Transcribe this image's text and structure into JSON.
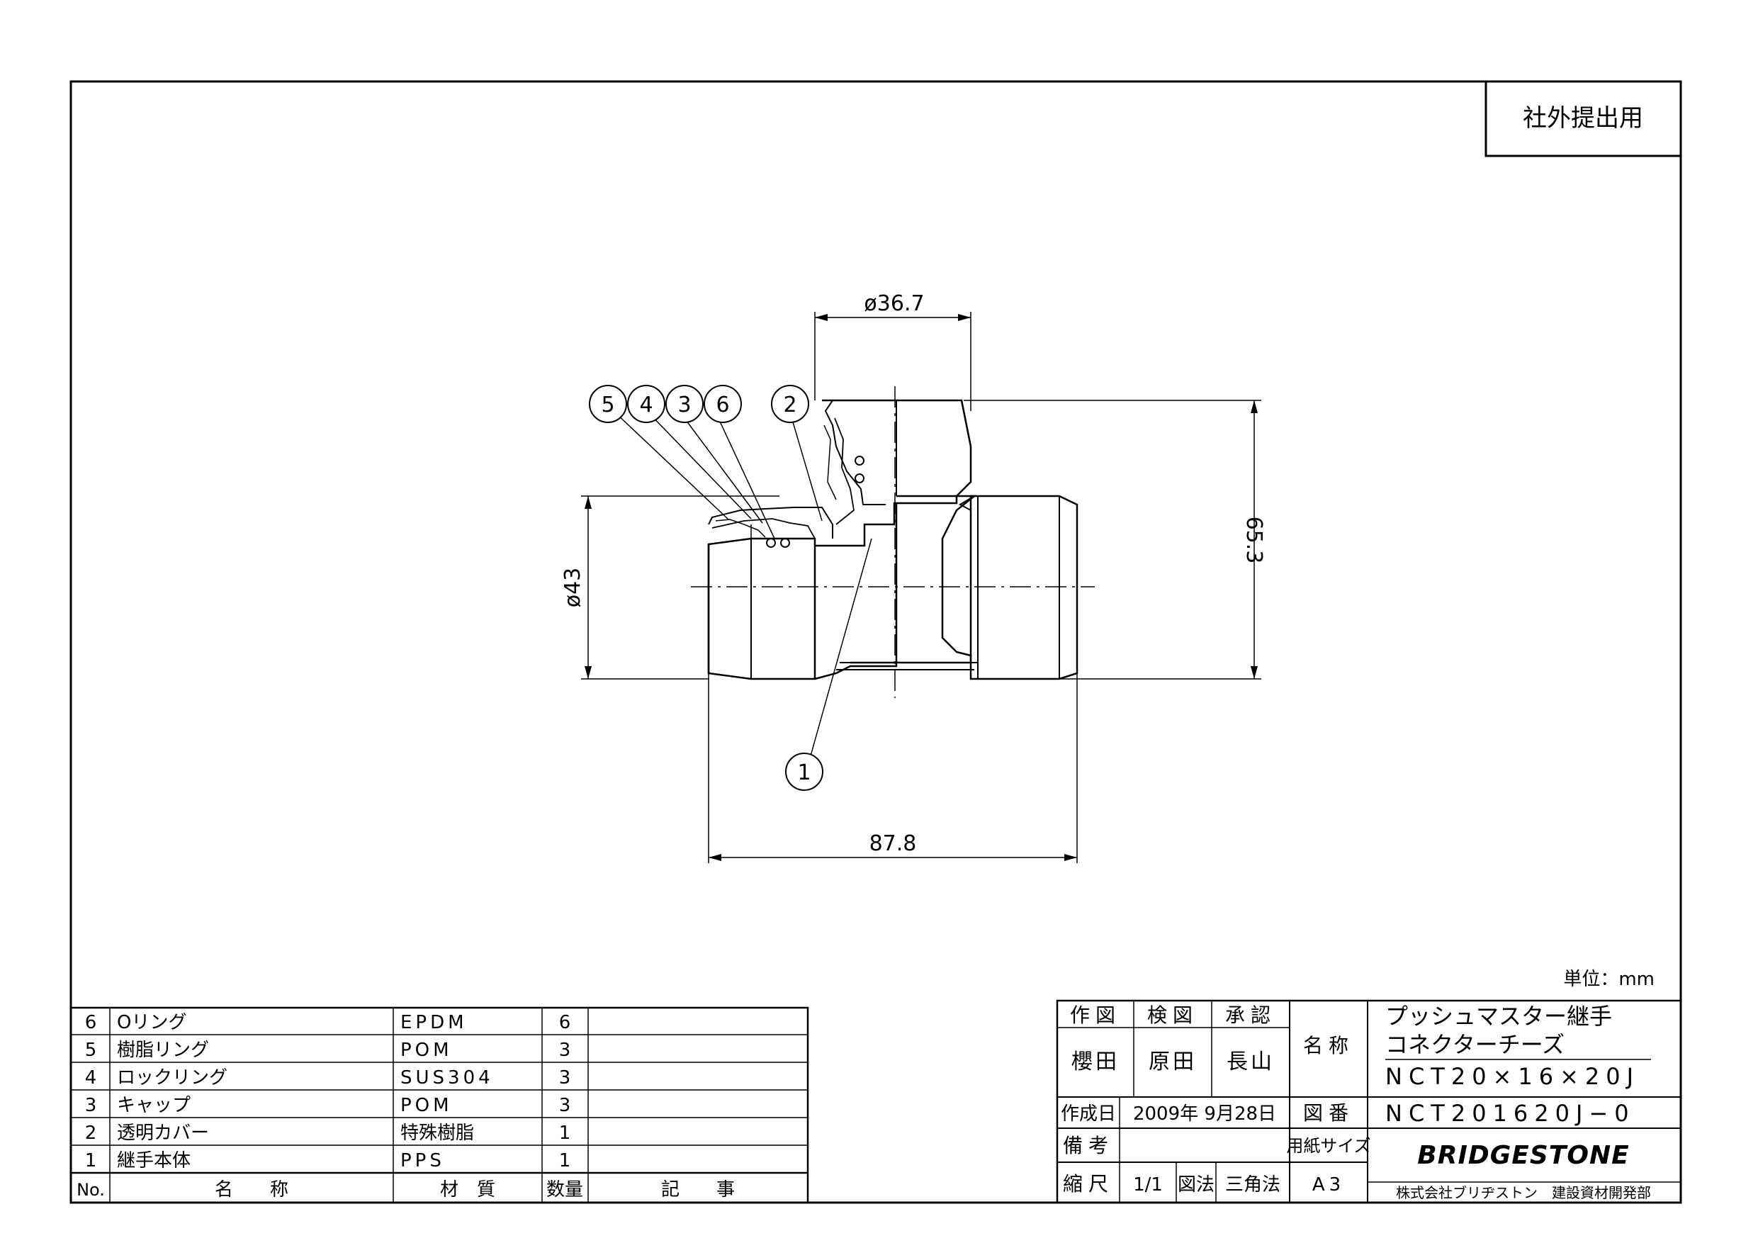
{
  "header": {
    "stamp": "社外提出用"
  },
  "dims": {
    "d36": "ø36.7",
    "h65": "65.3",
    "d43": "ø43",
    "w87": "87.8"
  },
  "callouts": [
    "5",
    "4",
    "3",
    "6",
    "2",
    "1"
  ],
  "unit": "単位：mm",
  "parts": {
    "rows": [
      {
        "no": "6",
        "name": "Oリング",
        "material": "EPDM",
        "qty": "6",
        "note": ""
      },
      {
        "no": "5",
        "name": "樹脂リング",
        "material": "POM",
        "qty": "3",
        "note": ""
      },
      {
        "no": "4",
        "name": "ロックリング",
        "material": "SUS304",
        "qty": "3",
        "note": ""
      },
      {
        "no": "3",
        "name": "キャップ",
        "material": "POM",
        "qty": "3",
        "note": ""
      },
      {
        "no": "2",
        "name": "透明カバー",
        "material": "特殊樹脂",
        "qty": "1",
        "note": ""
      },
      {
        "no": "1",
        "name": "継手本体",
        "material": "PPS",
        "qty": "1",
        "note": ""
      }
    ],
    "header": {
      "no": "No.",
      "name": "名　　称",
      "material": "材　質",
      "qty": "数量",
      "note": "記　　事"
    }
  },
  "title": {
    "drawn_label": "作図",
    "checked_label": "検図",
    "approved_label": "承認",
    "drawn_by": "櫻田",
    "checked_by": "原田",
    "approved_by": "長山",
    "name_label": "名称",
    "name_line1": "プッシュマスター継手",
    "name_line2": "コネクターチーズ",
    "name_line3": "NCT20×16×20J",
    "date_label": "作成日",
    "date": "2009年 9月28日",
    "dwgno_label": "図番",
    "dwgno": "NCT201620J−0",
    "remarks_label": "備考",
    "paper_label": "用紙サイズ",
    "brand": "BRIDGESTONE",
    "scale_label": "縮尺",
    "scale": "1/1",
    "method_label": "図法",
    "method": "三角法",
    "paper": "A3",
    "company": "株式会社ブリヂストン　建設資材開発部"
  },
  "colors": {
    "line": "#000000",
    "paper": "#ffffff"
  }
}
